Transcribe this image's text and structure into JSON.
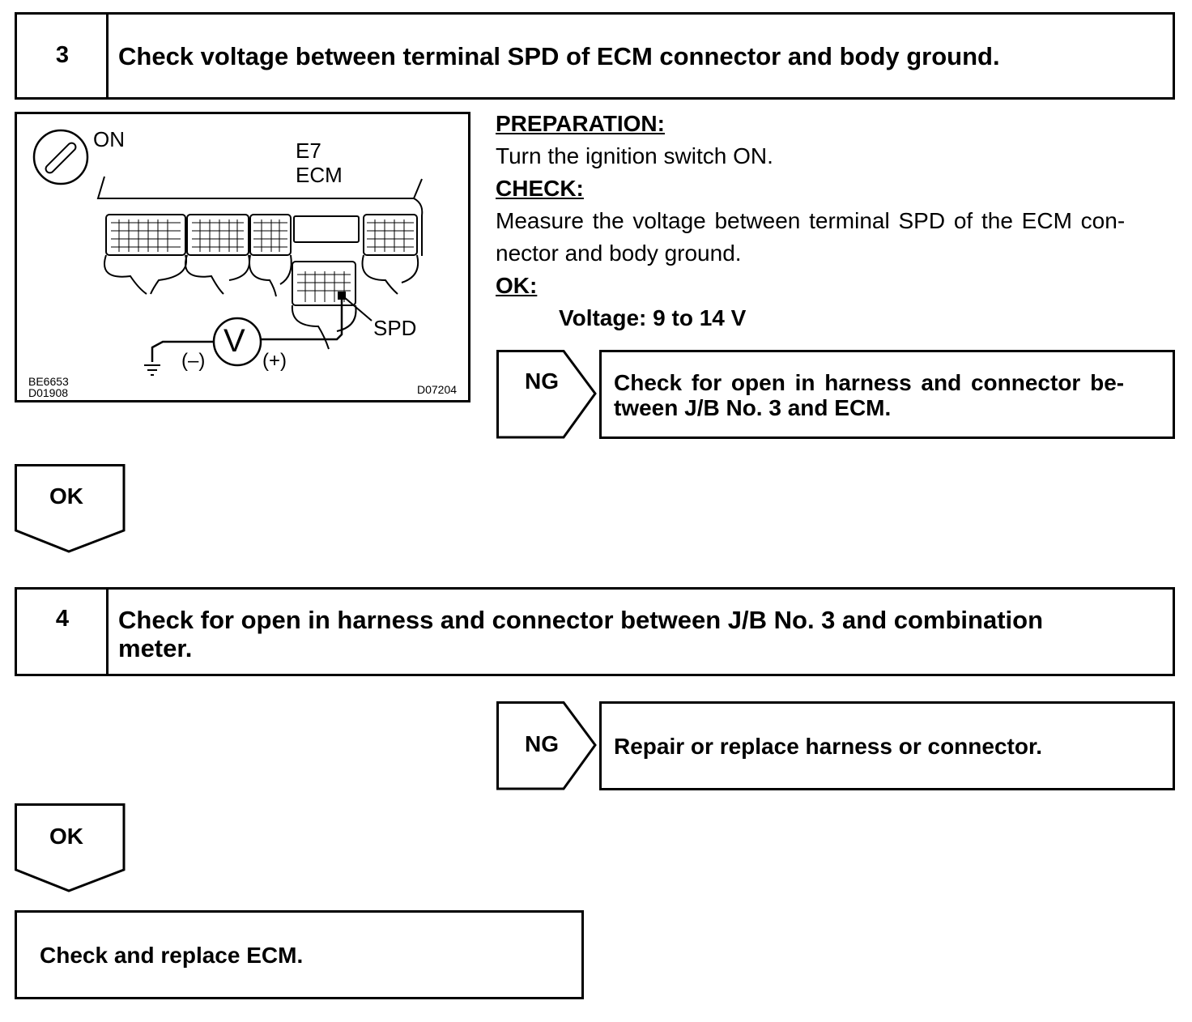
{
  "step3": {
    "number": "3",
    "title": "Check voltage between terminal SPD of ECM connector and body ground."
  },
  "figure": {
    "switch_label": "ON",
    "connector_label": "E7",
    "unit_label": "ECM",
    "terminal_label": "SPD",
    "meter_symbol": "V",
    "neg_label": "(–)",
    "pos_label": "(+)",
    "ref_left_1": "BE6653",
    "ref_left_2": "D01908",
    "ref_right": "D07204"
  },
  "instructions": {
    "prep_header": "PREPARATION:",
    "prep_text": "Turn the ignition switch ON.",
    "check_header": "CHECK:",
    "check_text_1": "Measure the voltage between terminal SPD of the ECM con-",
    "check_text_2": "nector and body ground.",
    "ok_header": "OK:",
    "ok_value": "Voltage: 9 to 14 V"
  },
  "ng1": {
    "label": "NG",
    "result_line1": "Check for open in harness and connector be-",
    "result_line2": "tween J/B No. 3 and ECM."
  },
  "ok1": {
    "label": "OK"
  },
  "step4": {
    "number": "4",
    "title_line1": "Check for open in harness and connector between J/B No. 3 and combination",
    "title_line2": "meter."
  },
  "ng2": {
    "label": "NG",
    "result": "Repair or replace harness or connector."
  },
  "ok2": {
    "label": "OK"
  },
  "final": {
    "text": "Check and replace ECM."
  },
  "icons": [
    "ignition-switch-icon",
    "voltmeter-icon",
    "ground-symbol-icon",
    "ecm-connector-icon",
    "ok-arrow-icon",
    "ng-arrow-icon"
  ]
}
